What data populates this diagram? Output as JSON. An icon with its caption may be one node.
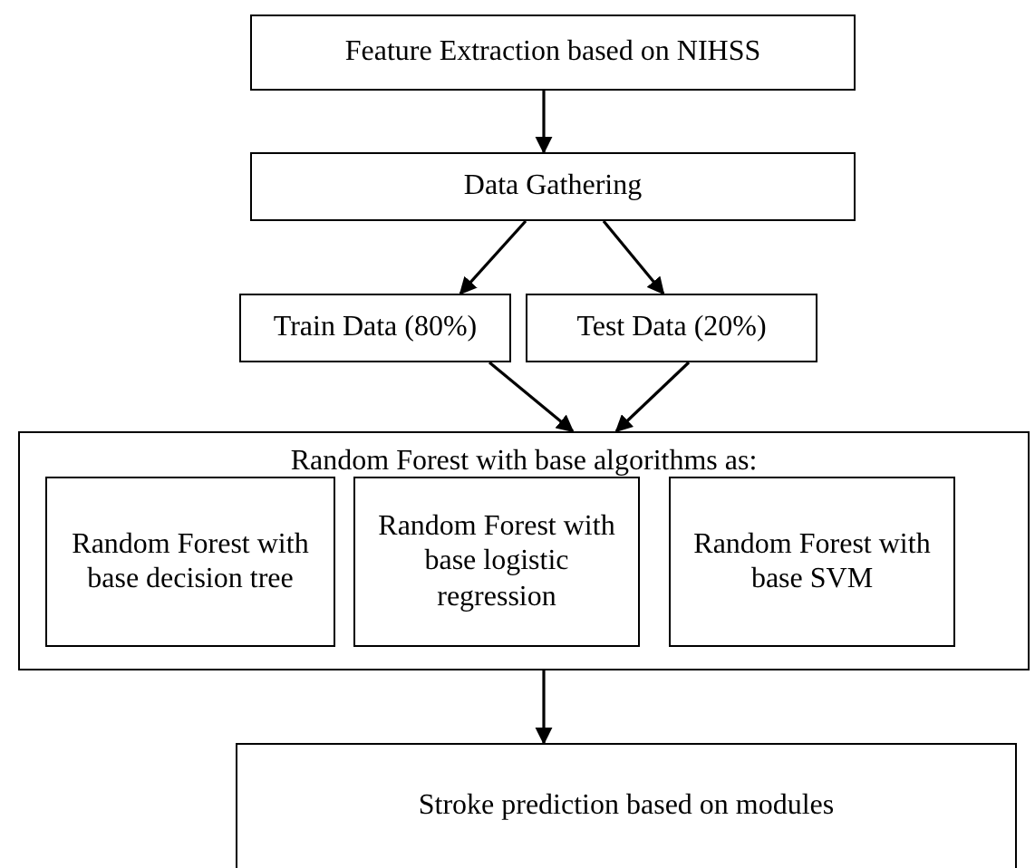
{
  "diagram": {
    "nodes": [
      {
        "text": [
          "Feature Extraction based on NIHSS"
        ]
      },
      {
        "text": [
          "Data Gathering"
        ]
      },
      {
        "text": [
          "Train Data (80%)"
        ]
      },
      {
        "text": [
          "Test Data (20%)"
        ]
      },
      {
        "text": [
          "Random Forest with base algorithms as:"
        ]
      },
      {
        "text": [
          "Random Forest with base decision tree"
        ],
        "in": 4
      },
      {
        "text": [
          "Random Forest with base logistic regression"
        ],
        "in": 4
      },
      {
        "text": [
          "Random Forest with base SVM"
        ],
        "in": 4
      },
      {
        "text": [
          "Stroke prediction based on modules"
        ]
      }
    ],
    "edges": [
      {
        "from": 0,
        "to": 1,
        "arrow": "to"
      },
      {
        "from": 1,
        "to": 2,
        "arrow": "to"
      },
      {
        "from": 1,
        "to": 3,
        "arrow": "to"
      },
      {
        "from": 2,
        "to": 4,
        "arrow": "to"
      },
      {
        "from": 3,
        "to": 4,
        "arrow": "to"
      },
      {
        "from": 4,
        "to": 8,
        "arrow": "to"
      }
    ]
  }
}
